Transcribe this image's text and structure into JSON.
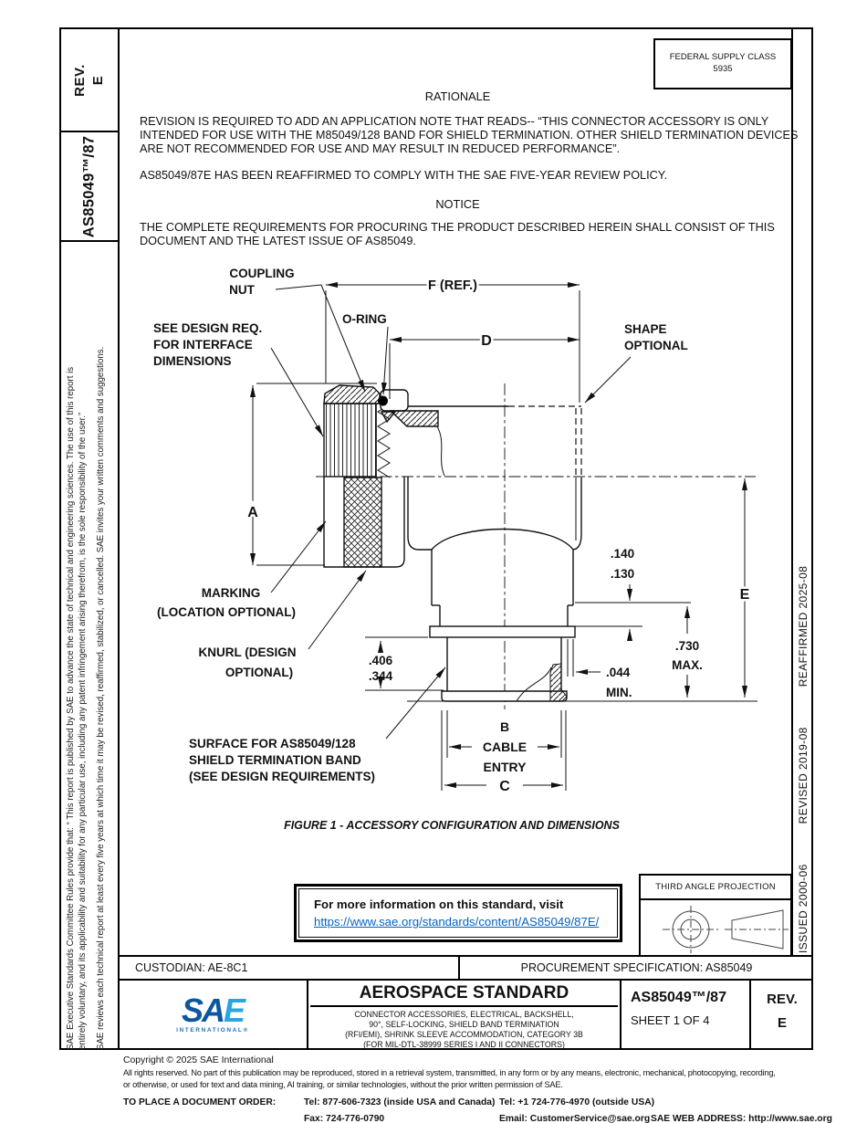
{
  "sidebar": {
    "rev_box": "REV.\nE",
    "doc_number": "AS85049™/87",
    "legal_lines": [
      "SAE Executive Standards Committee Rules provide that: “ This report is published by SAE to advance the state of technical and engineering sciences. The use of this report is",
      "entirely voluntary, and its applicability and suitability for any particular use, including any patent infringement arising therefrom, is the sole responsibility of the user.”",
      "SAE reviews each technical report at least every five years at which time it may be revised, reaffirmed, stabilized, or cancelled. SAE invites your written comments and suggestions."
    ]
  },
  "history_strip": {
    "issued": "ISSUED 2000-06",
    "revised": "REVISED 2019-08",
    "reaffirmed": "REAFFIRMED 2025-08"
  },
  "header": {
    "fsc_label": "FEDERAL SUPPLY CLASS",
    "fsc_value": "5935"
  },
  "rationale": {
    "heading": "RATIONALE",
    "p1_lines": [
      "REVISION IS REQUIRED TO ADD AN APPLICATION NOTE THAT READS-- “THIS CONNECTOR ACCESSORY IS ONLY",
      "INTENDED FOR USE WITH THE M85049/128 BAND FOR SHIELD TERMINATION.  OTHER SHIELD TERMINATION DEVICES",
      "ARE NOT RECOMMENDED FOR USE AND MAY RESULT IN REDUCED PERFORMANCE”."
    ],
    "p2": "AS85049/87E HAS BEEN REAFFIRMED TO COMPLY WITH THE SAE FIVE-YEAR REVIEW POLICY."
  },
  "notice": {
    "heading": "NOTICE",
    "p1_lines": [
      "THE COMPLETE REQUIREMENTS FOR PROCURING THE PRODUCT DESCRIBED HEREIN SHALL CONSIST OF THIS",
      "DOCUMENT AND THE LATEST ISSUE OF AS85049."
    ]
  },
  "figure": {
    "caption": "FIGURE 1 - ACCESSORY CONFIGURATION AND DIMENSIONS",
    "labels": {
      "coupling_1": "COUPLING",
      "coupling_2": "NUT",
      "oring": "O-RING",
      "design_1": "SEE DESIGN REQ.",
      "design_2": "FOR INTERFACE",
      "design_3": "DIMENSIONS",
      "shape_1": "SHAPE",
      "shape_2": "OPTIONAL",
      "marking_1": "MARKING",
      "marking_2": "(LOCATION OPTIONAL)",
      "knurl_1": "KNURL (DESIGN",
      "knurl_2": "OPTIONAL)",
      "surface_1": "SURFACE FOR AS85049/128",
      "surface_2": "SHIELD TERMINATION BAND",
      "surface_3": "(SEE DESIGN REQUIREMENTS)"
    },
    "dims": {
      "f": "F (REF.)",
      "d": "D",
      "a": "A",
      "e": "E",
      "c": "C",
      "b1": "B",
      "b2": "CABLE",
      "b3": "ENTRY",
      "d140": ".140",
      "d130": ".130",
      "d730": ".730",
      "d730_max": "MAX.",
      "d044": ".044",
      "d044_min": "MIN.",
      "d406": ".406",
      "d344": ".344"
    }
  },
  "info_box": {
    "text": "For more information on this standard, visit",
    "url": "https://www.sae.org/standards/content/AS85049/87E/"
  },
  "projection": {
    "label": "THIRD ANGLE PROJECTION"
  },
  "admin_row": {
    "custodian": "CUSTODIAN: AE-8C1",
    "procurement": "PROCUREMENT SPECIFICATION: AS85049"
  },
  "title_block": {
    "logo_sa": "SA",
    "logo_e": "E",
    "logo_sub": "INTERNATIONAL®",
    "title": "AEROSPACE STANDARD",
    "subtitle_lines": [
      "CONNECTOR ACCESSORIES, ELECTRICAL, BACKSHELL,",
      "90°, SELF-LOCKING, SHIELD BAND TERMINATION",
      "(RFI/EMI), SHRINK SLEEVE ACCOMMODATION, CATEGORY 3B",
      "(FOR MIL-DTL-38999 SERIES I AND II CONNECTORS)"
    ],
    "doc_number": "AS85049™/87",
    "sheet": "SHEET 1 OF 4",
    "rev_label": "REV.",
    "rev_value": "E"
  },
  "footer": {
    "copyright": "Copyright © 2025 SAE International",
    "rights_lines": [
      "All rights reserved. No part of this publication may be reproduced, stored in a retrieval system, transmitted, in any form or by any means, electronic, mechanical, photocopying, recording,",
      "or otherwise, or used for text and data mining, AI training, or similar technologies, without the prior written permission of SAE."
    ],
    "order_label": "TO PLACE A DOCUMENT ORDER:",
    "tel_inside": "Tel: 877-606-7323 (inside USA and Canada)",
    "tel_outside": "Tel: +1 724-776-4970 (outside USA)",
    "fax": "Fax: 724-776-0790",
    "email": "Email: CustomerService@sae.org",
    "web": "SAE WEB ADDRESS: http://www.sae.org"
  },
  "colors": {
    "link_blue": "#0563c1",
    "logo_dark_blue": "#0d57a0",
    "logo_light_blue": "#2aa6de"
  }
}
